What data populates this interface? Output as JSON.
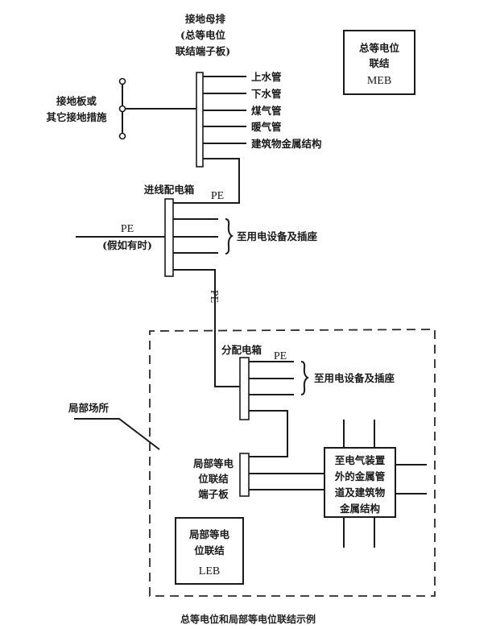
{
  "caption": "总等电位和局部等电位联结示例",
  "main_busbar": {
    "title_lines": [
      "接地母排",
      "(总等电位",
      "联结端子板)"
    ],
    "connections": [
      "上水管",
      "下水管",
      "煤气管",
      "暖气管",
      "建筑物金属结构"
    ]
  },
  "ground_electrode": {
    "label_lines": [
      "接地板或",
      "其它接地措施"
    ]
  },
  "meb_box": {
    "lines": [
      "总等电位",
      "联结",
      "MEB"
    ]
  },
  "incoming_box": {
    "title": "进线配电箱",
    "pe_label": "PE",
    "external_pe_label": "PE",
    "external_pe_note": "(假如有时)",
    "equipment_label": "至用电设备及插座"
  },
  "vertical_pe_label": "PE",
  "local_area": {
    "label": "局部场所",
    "distribution_box": {
      "title": "分配电箱",
      "pe_label": "PE",
      "equipment_label": "至用电设备及插座"
    },
    "leb_terminal": {
      "label_lines": [
        "局部等电",
        "位联结",
        "端子板"
      ]
    },
    "metal_box": {
      "lines": [
        "至电气装置",
        "外的金属管",
        "道及建筑物",
        "金属结构"
      ]
    },
    "leb_box": {
      "lines": [
        "局部等电",
        "位联结",
        "LEB"
      ]
    }
  }
}
